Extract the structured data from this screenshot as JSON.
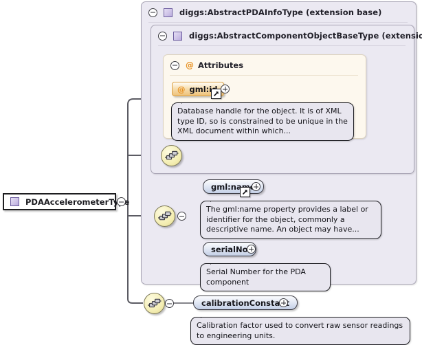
{
  "diagram": {
    "kind": "xml-schema-component-diagram",
    "root": {
      "label": "PDAAccelerometerType",
      "icon": "complex-type-icon",
      "toggle": "collapse-minus-icon"
    },
    "panels": [
      {
        "id": "outer",
        "title": "diggs:AbstractPDAInfoType (extension base)",
        "icon": "complex-type-icon",
        "toggle": "collapse-minus-icon"
      },
      {
        "id": "inner",
        "title": "diggs:AbstractComponentObjectBaseType (extension base)",
        "icon": "complex-type-icon",
        "toggle": "collapse-minus-icon"
      },
      {
        "id": "attributes",
        "title": "Attributes",
        "icon": "at-symbol-icon",
        "toggle": "collapse-minus-icon"
      }
    ],
    "nodes": [
      {
        "id": "gml-id",
        "label": "gml:id",
        "kind": "attribute",
        "at_symbol": "@",
        "toggle": "expand-plus-icon",
        "badge": "documentation-link-arrow-icon",
        "documentation": "Database handle for the object. It is of XML type ID, so is constrained to be unique in the XML document within which..."
      },
      {
        "id": "gml-name",
        "label": "gml:name",
        "kind": "element",
        "toggle": "expand-plus-icon",
        "badge": "documentation-link-arrow-icon",
        "documentation": "The gml:name property provides a label or identifier for the object, commonly a descriptive name. An object may have..."
      },
      {
        "id": "serial-no",
        "label": "serialNo",
        "kind": "element",
        "toggle": "expand-plus-icon",
        "documentation": "Serial Number for the PDA component"
      },
      {
        "id": "calibration-constant",
        "label": "calibrationConstant",
        "kind": "element",
        "toggle": "expand-plus-icon",
        "documentation": "Calibration factor used to convert raw sensor readings to engineering units."
      }
    ],
    "compositors": [
      {
        "id": "seq-top",
        "type": "sequence-icon"
      },
      {
        "id": "seq-middle",
        "type": "sequence-icon",
        "toggle": "collapse-minus-icon"
      },
      {
        "id": "seq-bottom",
        "type": "sequence-icon",
        "toggle": "collapse-minus-icon"
      }
    ],
    "colors": {
      "panel_fill": "#ebe9f2",
      "panel_border": "#a9a5b5",
      "attrs_fill": "#fdf8ee",
      "attrs_border": "#ddd3c0",
      "element_pill": "#c3cfe6",
      "attribute_pill": "#eec27a",
      "accent_orange": "#e79020",
      "complex_type_purple": "#b9abdd",
      "sequence_yellow": "#f4eeb4",
      "doc_bubble": "#e8e6ef",
      "wire": "#5b5b63"
    }
  }
}
